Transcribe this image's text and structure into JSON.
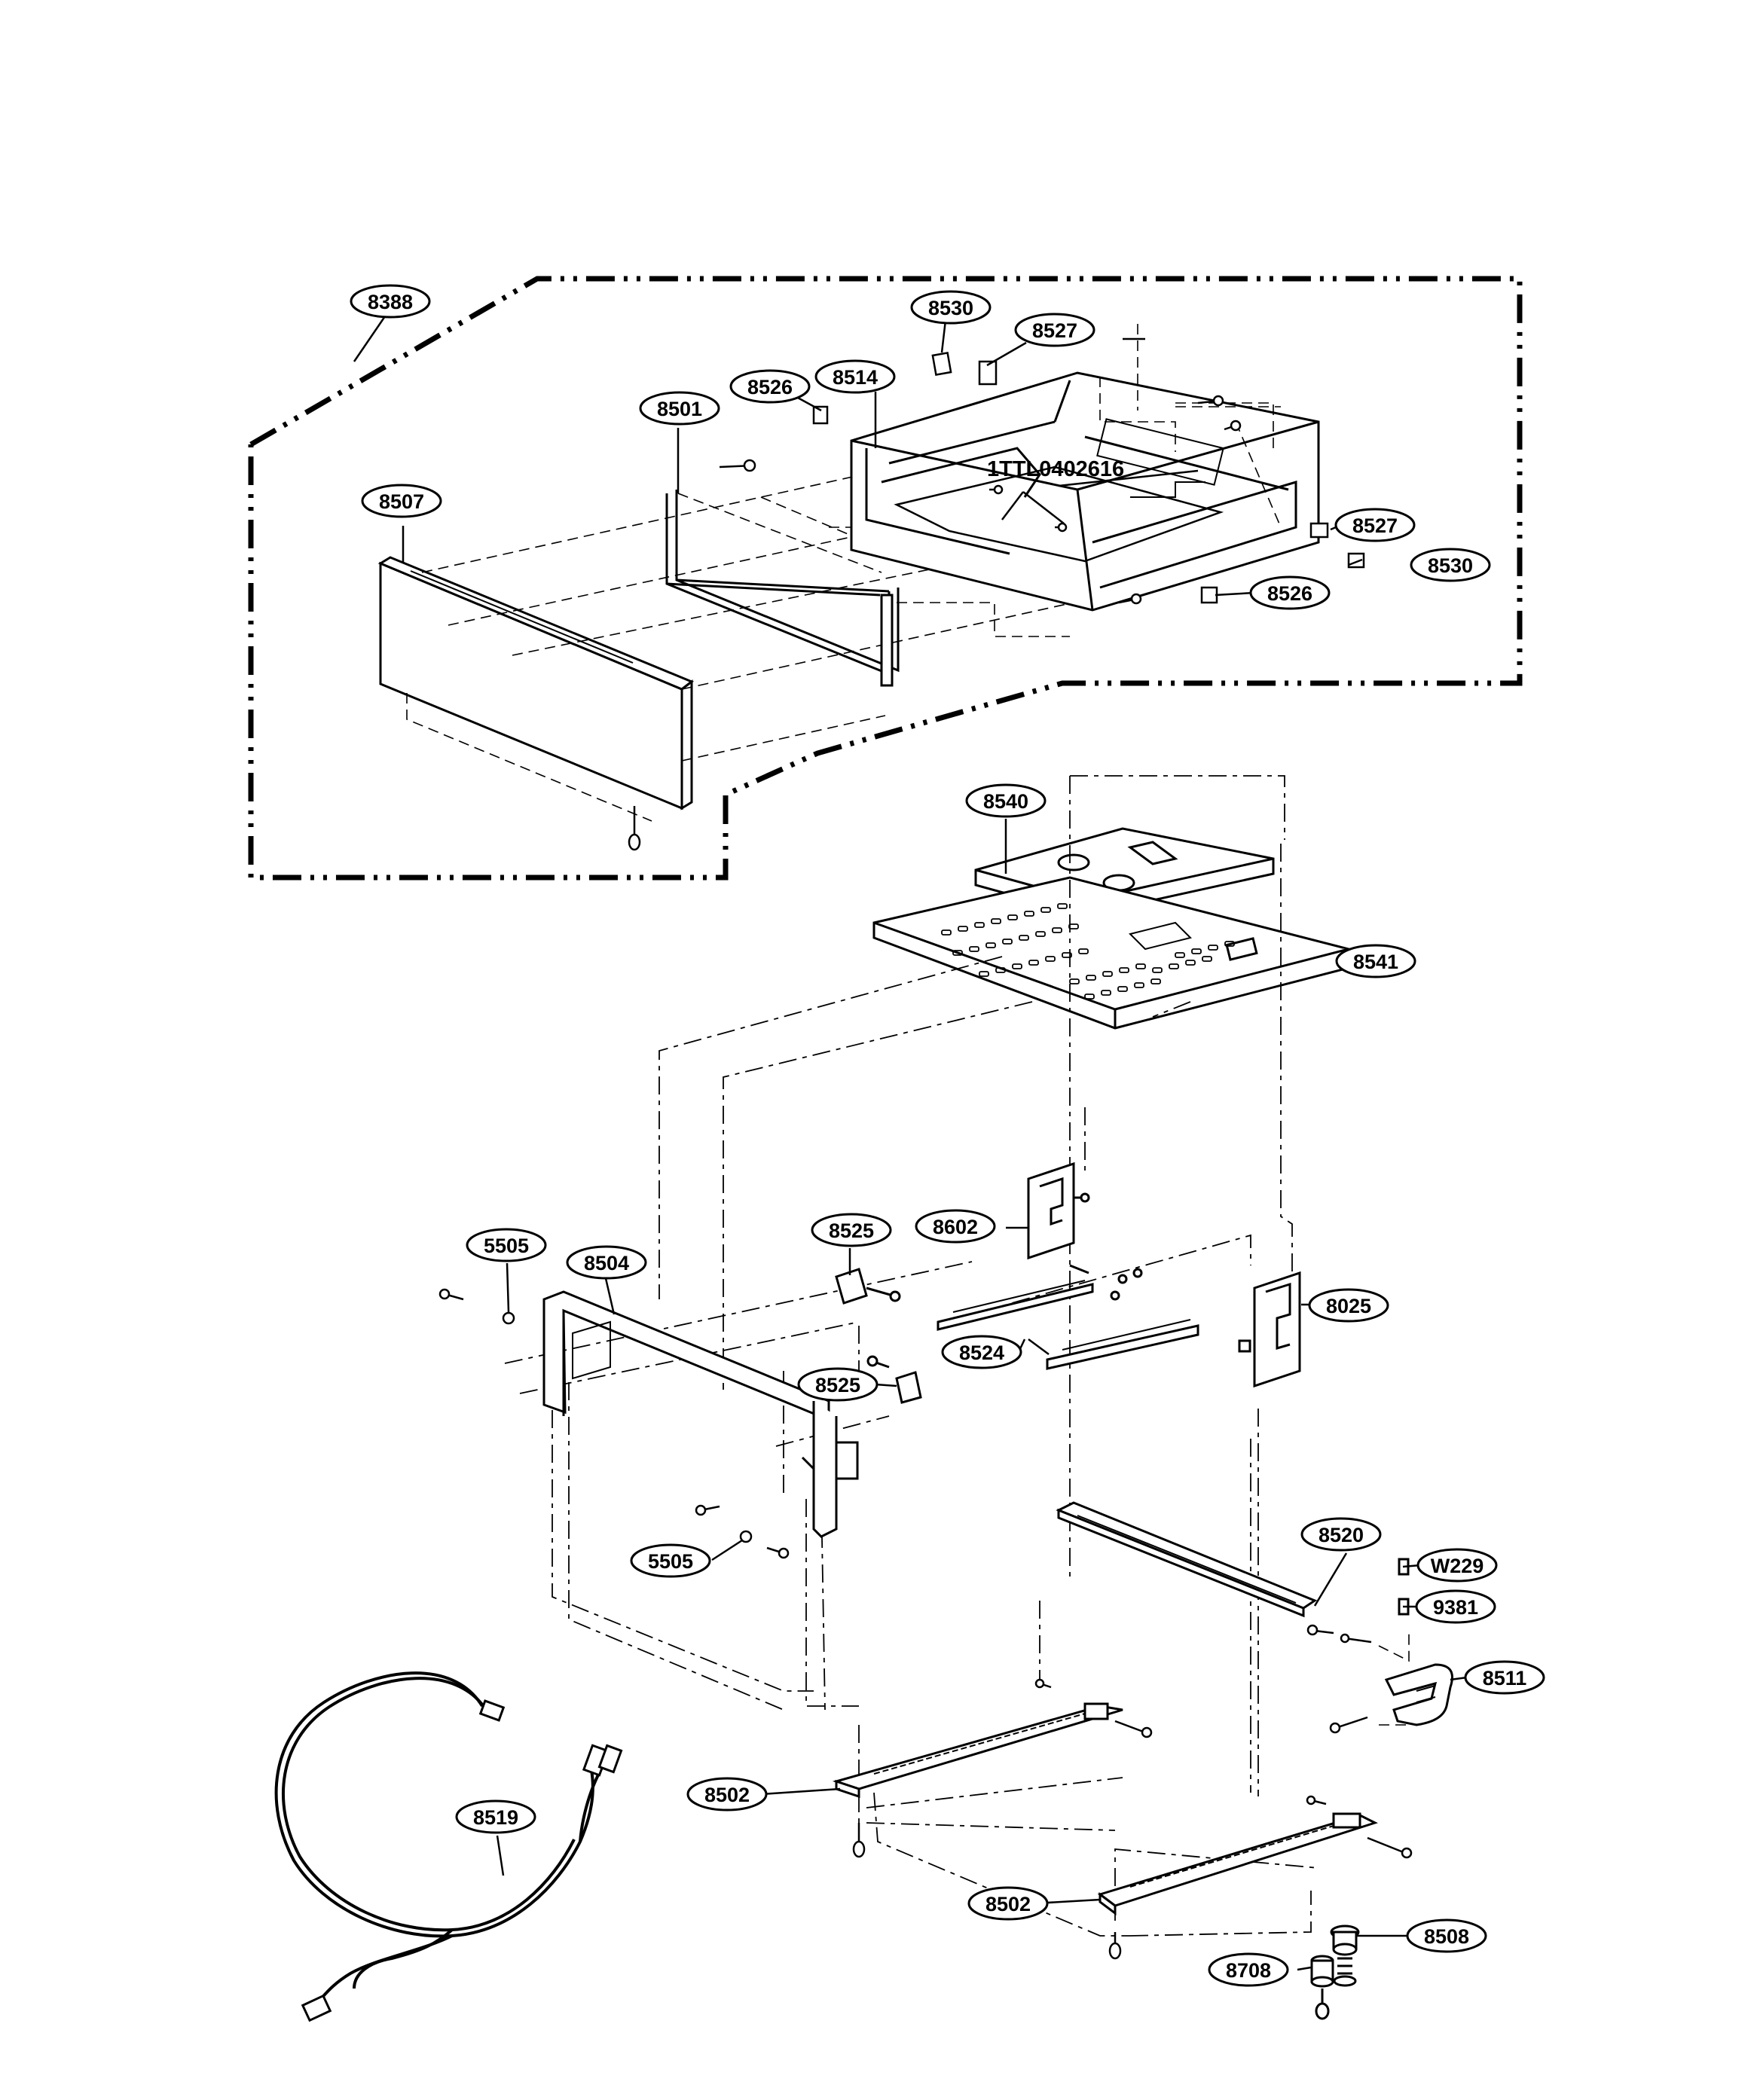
{
  "diagram": {
    "title": "",
    "part_labels": {
      "p8388": "8388",
      "p8530_top": "8530",
      "p8527_top": "8527",
      "p8526_top": "8526",
      "p8514": "8514",
      "p8501": "8501",
      "p8507": "8507",
      "p8527_right": "8527",
      "p8530_right": "8530",
      "p8526_right": "8526",
      "p8540": "8540",
      "p8541": "8541",
      "p8602": "8602",
      "p8525_top": "8525",
      "p5505_top": "5505",
      "p8504": "8504",
      "p8025": "8025",
      "p8524": "8524",
      "p8525_mid": "8525",
      "p8520": "8520",
      "p5505_bottom": "5505",
      "pW229": "W229",
      "p9381": "9381",
      "p8511": "8511",
      "p8519": "8519",
      "p8502_left": "8502",
      "p8502_right": "8502",
      "p8508": "8508",
      "p8708": "8708"
    },
    "callout_text": "1TTL0402616"
  }
}
